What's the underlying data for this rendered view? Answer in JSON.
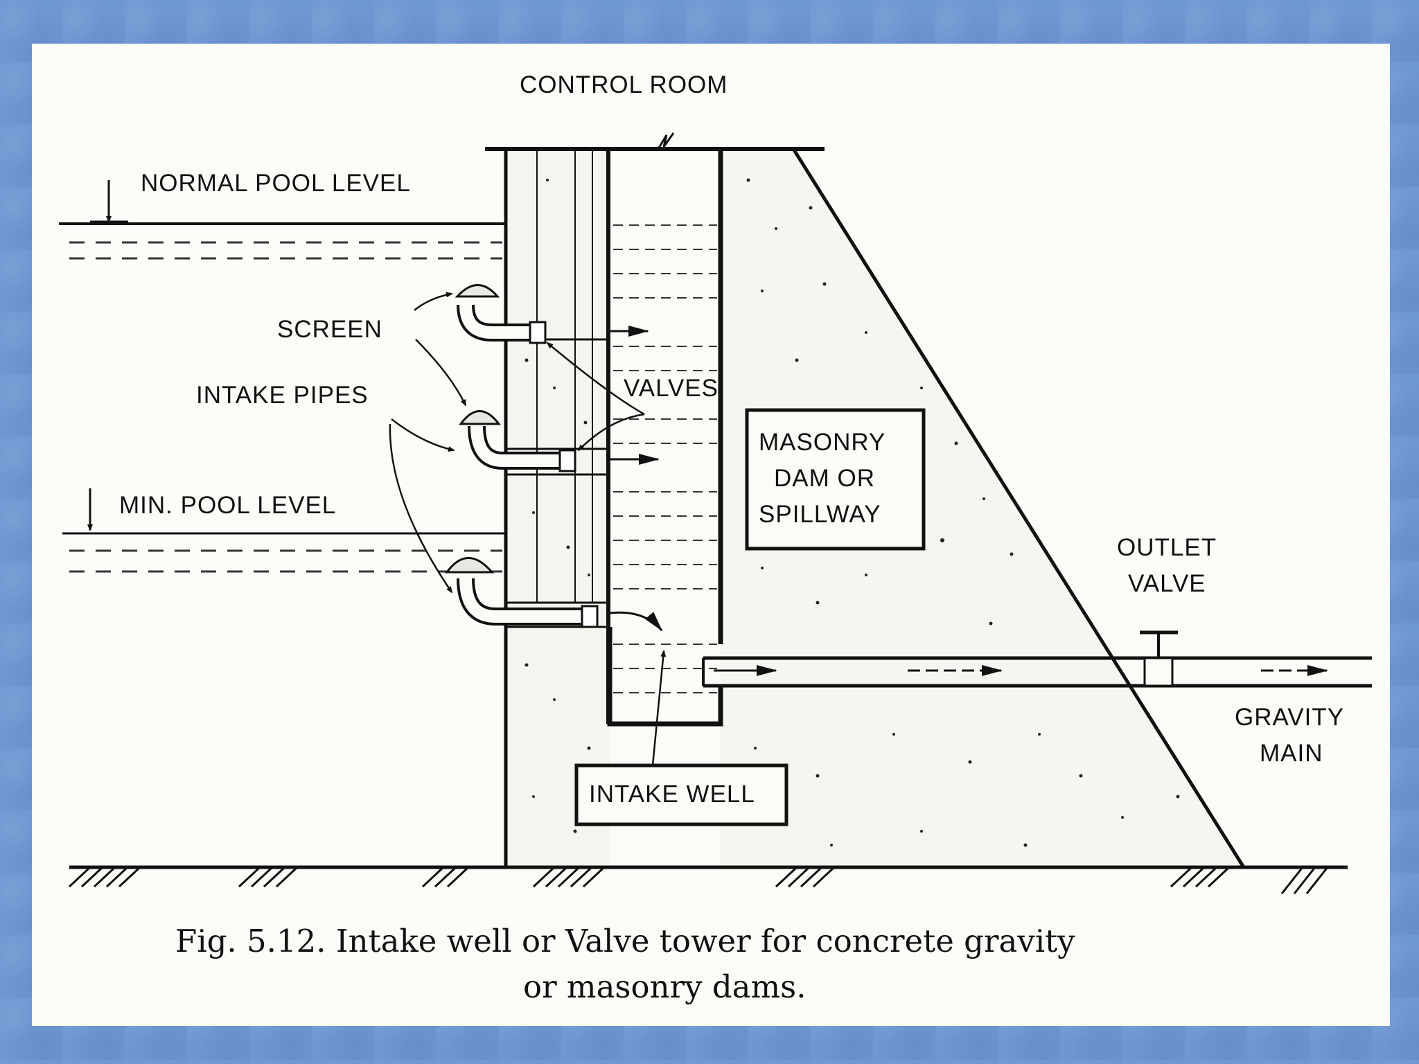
{
  "labels": {
    "control_room": "CONTROL ROOM",
    "normal_pool_level": "NORMAL POOL LEVEL",
    "screen": "SCREEN",
    "intake_pipes": "INTAKE PIPES",
    "valves": "VALVES",
    "min_pool_level": "MIN. POOL LEVEL",
    "masonry_dam_line1": "MASONRY",
    "masonry_dam_line2": "DAM OR",
    "masonry_dam_line3": "SPILLWAY",
    "outlet_valve_line1": "OUTLET",
    "outlet_valve_line2": "VALVE",
    "gravity_main_line1": "GRAVITY",
    "gravity_main_line2": "MAIN",
    "intake_well": "INTAKE WELL"
  },
  "caption": {
    "line1": "Fig. 5.12. Intake well or Valve tower for concrete gravity",
    "line2": "or masonry dams."
  }
}
